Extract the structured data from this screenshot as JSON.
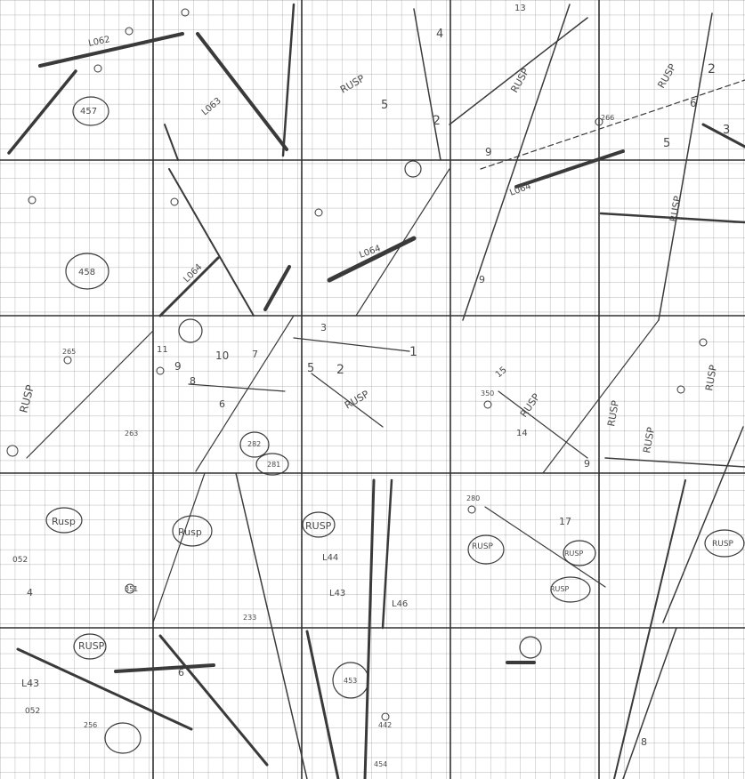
{
  "labels": {
    "rusp": "RUSP",
    "rusp_lower": "Rusp",
    "l062": "L062",
    "l063": "L063",
    "l064": "L064",
    "l043": "L43",
    "l044": "L44",
    "l046": "L46",
    "c052": "052",
    "c256": "256",
    "c266": "266",
    "c233": "233",
    "c263": "263",
    "c265": "265",
    "c457": "457",
    "c458": "458",
    "c442": "442",
    "c453": "453",
    "c454": "454",
    "c280": "280",
    "c281": "281",
    "c282": "282",
    "c350": "350",
    "c351": "351",
    "n1": "1",
    "n2": "2",
    "n3": "3",
    "n4": "4",
    "n5": "5",
    "n6": "6",
    "n7": "7",
    "n8": "8",
    "n9": "9",
    "n10": "10",
    "n11": "11",
    "n13": "13",
    "n14": "14",
    "n15": "15",
    "n17": "17"
  }
}
